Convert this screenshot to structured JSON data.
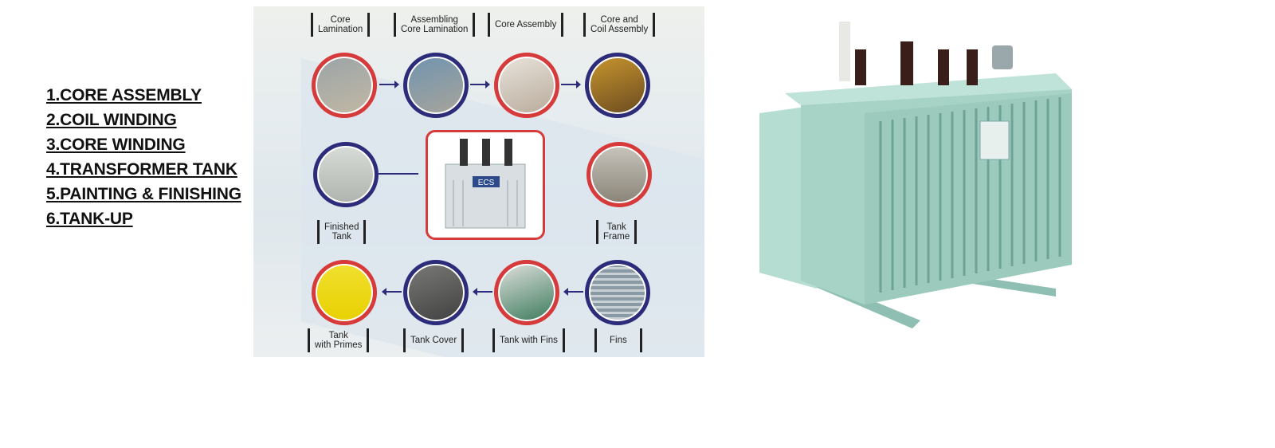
{
  "steps": [
    "1.CORE ASSEMBLY",
    "2.COIL WINDING",
    "3.CORE WINDING",
    "4.TRANSFORMER TANK",
    "5.PAINTING & FINISHING",
    "6.TANK-UP"
  ],
  "process": {
    "top": [
      "Core\nLamination",
      "Assembling\nCore Lamination",
      "Core Assembly",
      "Core and\nCoil Assembly"
    ],
    "right": "Tank\nFrame",
    "left": "Finished\nTank",
    "bottom": [
      "Tank\nwith Primes",
      "Tank Cover",
      "Tank with Fins",
      "Fins"
    ],
    "logo_text": "ECS"
  },
  "colors": {
    "red": "#d63a3a",
    "navy": "#2d2c7a",
    "tank": "#a9d5c8"
  }
}
